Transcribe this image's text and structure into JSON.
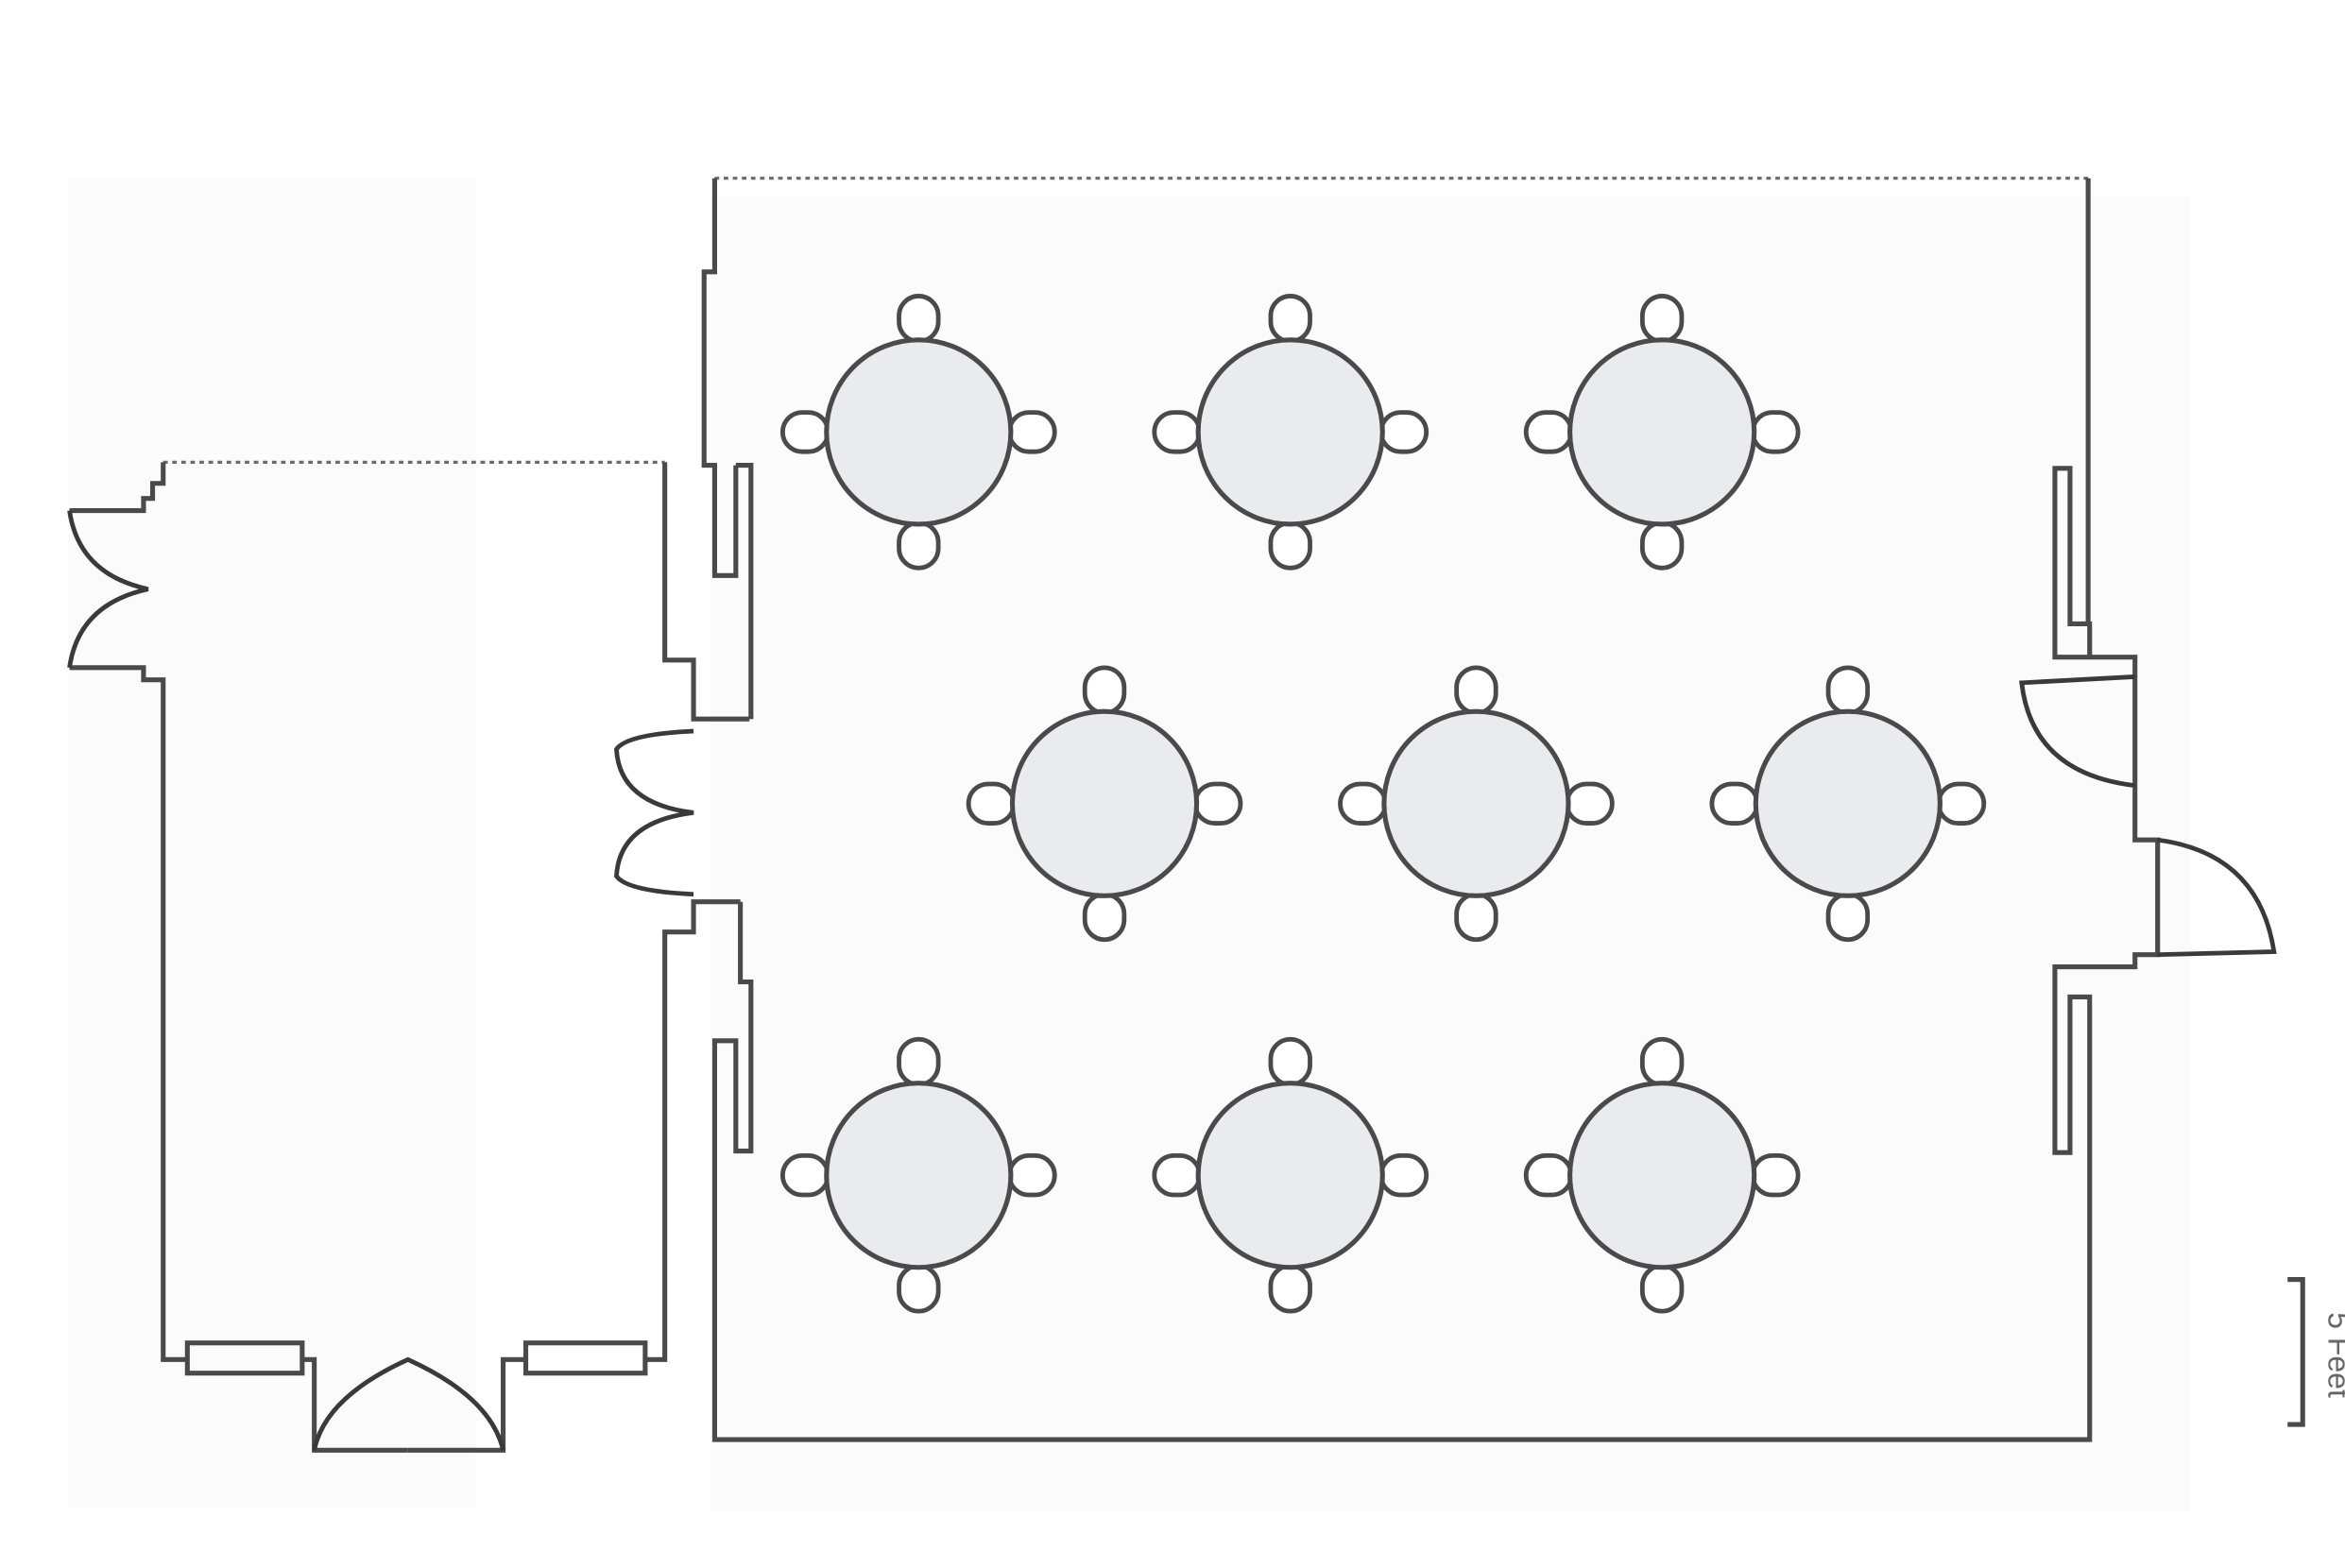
{
  "diagram": {
    "scale_label": "5 Feet"
  },
  "colors": {
    "wall": "#4a4a4a",
    "table_fill": "#e9ebef",
    "chair_fill": "#ffffff",
    "background": "#ffffff"
  },
  "icons": [
    "round-table-icon",
    "chair-icon",
    "door-swing-icon",
    "window-icon",
    "scale-bar-icon"
  ],
  "rooms": [
    {
      "name": "left-room"
    },
    {
      "name": "banquet-room",
      "tables": 9,
      "chairs_per_table": 4
    }
  ]
}
